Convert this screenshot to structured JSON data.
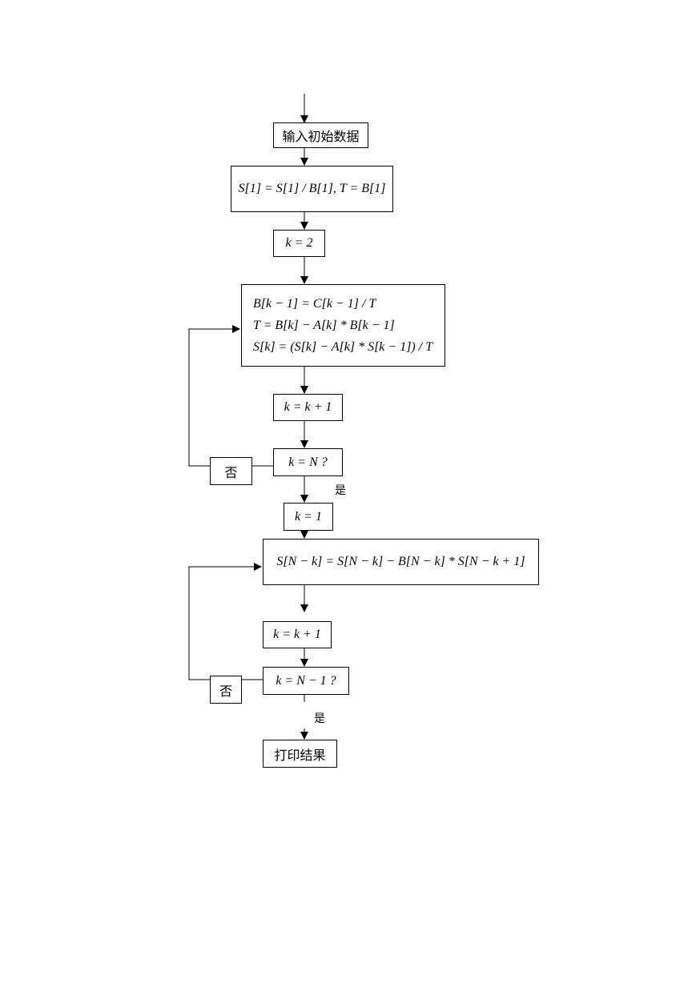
{
  "flowchart": {
    "input_box": "输入初始数据",
    "init_box": "S[1] = S[1] / B[1], T = B[1]",
    "k2_box": "k = 2",
    "forward_box": {
      "line1": "B[k − 1] = C[k − 1] / T",
      "line2": "T = B[k] − A[k] * B[k − 1]",
      "line3": "S[k] = (S[k] − A[k] * S[k − 1]) / T"
    },
    "inc1_box": "k = k + 1",
    "check1_box": "k = N ?",
    "no1_box": "否",
    "yes1_label": "是",
    "k1_box": "k = 1",
    "back_box": "S[N − k] = S[N − k] − B[N − k] * S[N − k + 1]",
    "inc2_box": "k = k + 1",
    "check2_box": "k = N − 1 ?",
    "no2_box": "否",
    "yes2_label": "是",
    "print_box": "打印结果"
  }
}
